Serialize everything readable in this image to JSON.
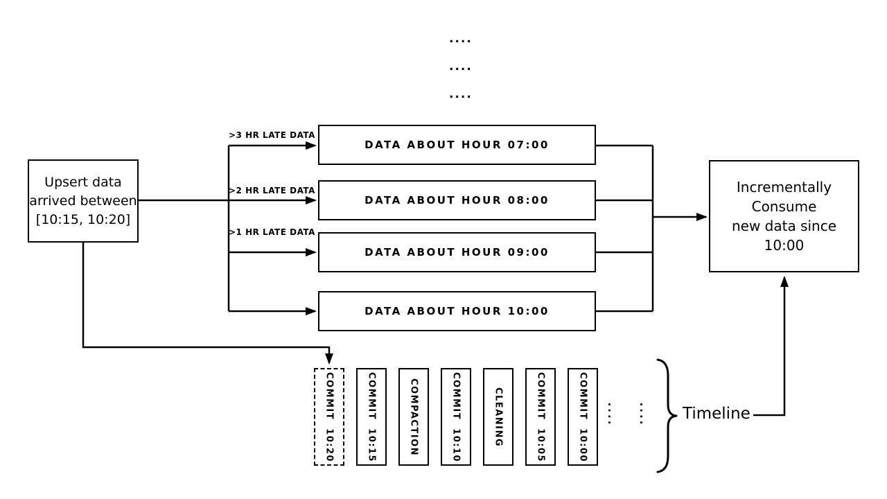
{
  "diagram": {
    "top_dots": [
      "....",
      "....",
      "...."
    ],
    "upsert_box": {
      "text": "Upsert data\narrived between\n[10:15, 10:20]"
    },
    "late_labels": [
      ">3 HR LATE DATA",
      ">2 HR LATE DATA",
      ">1 HR LATE DATA"
    ],
    "hour_boxes": [
      "DATA ABOUT HOUR 07:00",
      "DATA ABOUT HOUR 08:00",
      "DATA ABOUT HOUR 09:00",
      "DATA ABOUT HOUR 10:00"
    ],
    "consumer_box": {
      "text": "Incrementally Consume\nnew data since 10:00"
    },
    "timeline": {
      "commits": [
        {
          "label": "COMMIT  10:20",
          "style": "dashed"
        },
        {
          "label": "COMMIT  10:15",
          "style": "solid"
        },
        {
          "label": "COMPACTION",
          "style": "solid"
        },
        {
          "label": "COMMIT  10:10",
          "style": "solid"
        },
        {
          "label": "CLEANING",
          "style": "solid"
        },
        {
          "label": "COMMIT  10:05",
          "style": "solid"
        },
        {
          "label": "COMMIT  10:00",
          "style": "solid"
        }
      ],
      "ellipsis": [
        "....",
        "...."
      ],
      "brace_label": "Timeline"
    },
    "colors": {
      "ink": "#000000",
      "background": "#ffffff"
    }
  }
}
